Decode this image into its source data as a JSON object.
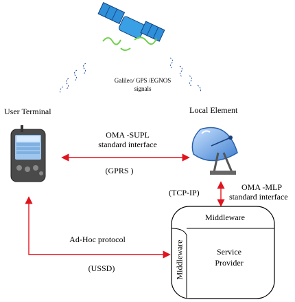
{
  "satellite": {
    "signal_label_line1": "Galileo/ GPS /EGNOS",
    "signal_label_line2": "signals"
  },
  "nodes": {
    "user_terminal": "User Terminal",
    "local_element": "Local Element",
    "middleware_top": "Middleware",
    "middleware_side": "Middleware",
    "service_provider_line1": "Service",
    "service_provider_line2": "Provider"
  },
  "links": {
    "supl_line1": "OMA -SUPL",
    "supl_line2": "standard interface",
    "gprs": "(GPRS )",
    "tcpip": "(TCP-IP)",
    "mlp_line1": "OMA -MLP",
    "mlp_line2": "standard interface",
    "adhoc": "Ad-Hoc protocol",
    "ussd": "(USSD)"
  },
  "colors": {
    "arrow": "#e0141e",
    "satellite_body": "#2f8fd8",
    "satellite_accent": "#6fd14a",
    "device": "#4a4a4a",
    "dish": "#7ab0e8"
  }
}
